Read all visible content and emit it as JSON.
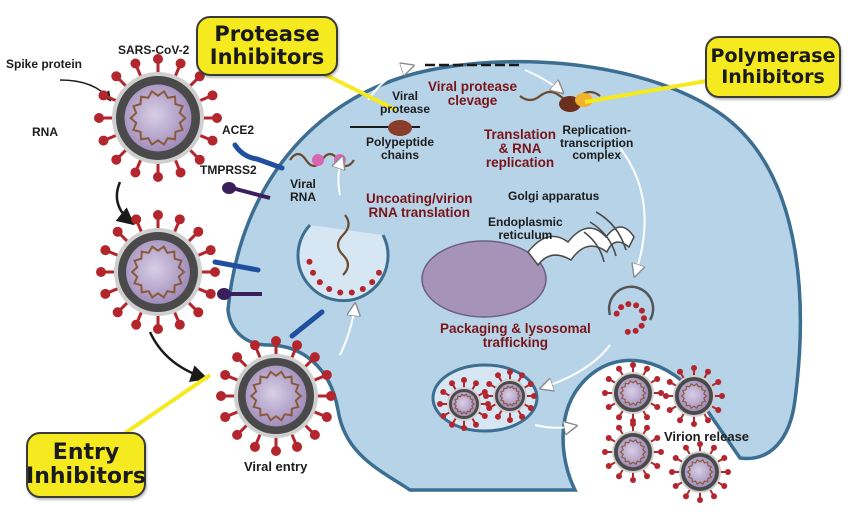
{
  "callouts": {
    "protease": "Protease\nInhibitors",
    "polymerase": "Polymerase\nInhibitors",
    "entry": "Entry\nInhibitors"
  },
  "labels": {
    "spike_protein": "Spike protein",
    "sars_cov_2": "SARS-CoV-2",
    "rna": "RNA",
    "ace2": "ACE2",
    "tmprss2": "TMPRSS2",
    "viral_rna": "Viral\nRNA",
    "viral_protease": "Viral\nprotease",
    "polypeptide_chains": "Polypeptide\nchains",
    "replication_complex": "Replication-\ntranscription\ncomplex",
    "golgi": "Golgi apparatus",
    "er": "Endoplasmic\nreticulum",
    "viral_entry": "Viral entry"
  },
  "stages": {
    "cleavage": "Viral protease\nclevage",
    "translation_replication": "Translation\n& RNA\nreplication",
    "uncoating": "Uncoating/virion\nRNA translation",
    "packaging": "Packaging & lysosomal\ntrafficking",
    "release": "Virion release"
  },
  "colors": {
    "cytoplasm": "#b6d3e8",
    "membrane": "#3b6e91",
    "spike": "#b3262d",
    "virion_core": "#a895c0",
    "nucleus": "#a693b8",
    "callout": "#f5ea1f",
    "stage_text": "#7a1418",
    "receptor": "#1f4f9e",
    "tmprss2": "#3a1f5c"
  }
}
